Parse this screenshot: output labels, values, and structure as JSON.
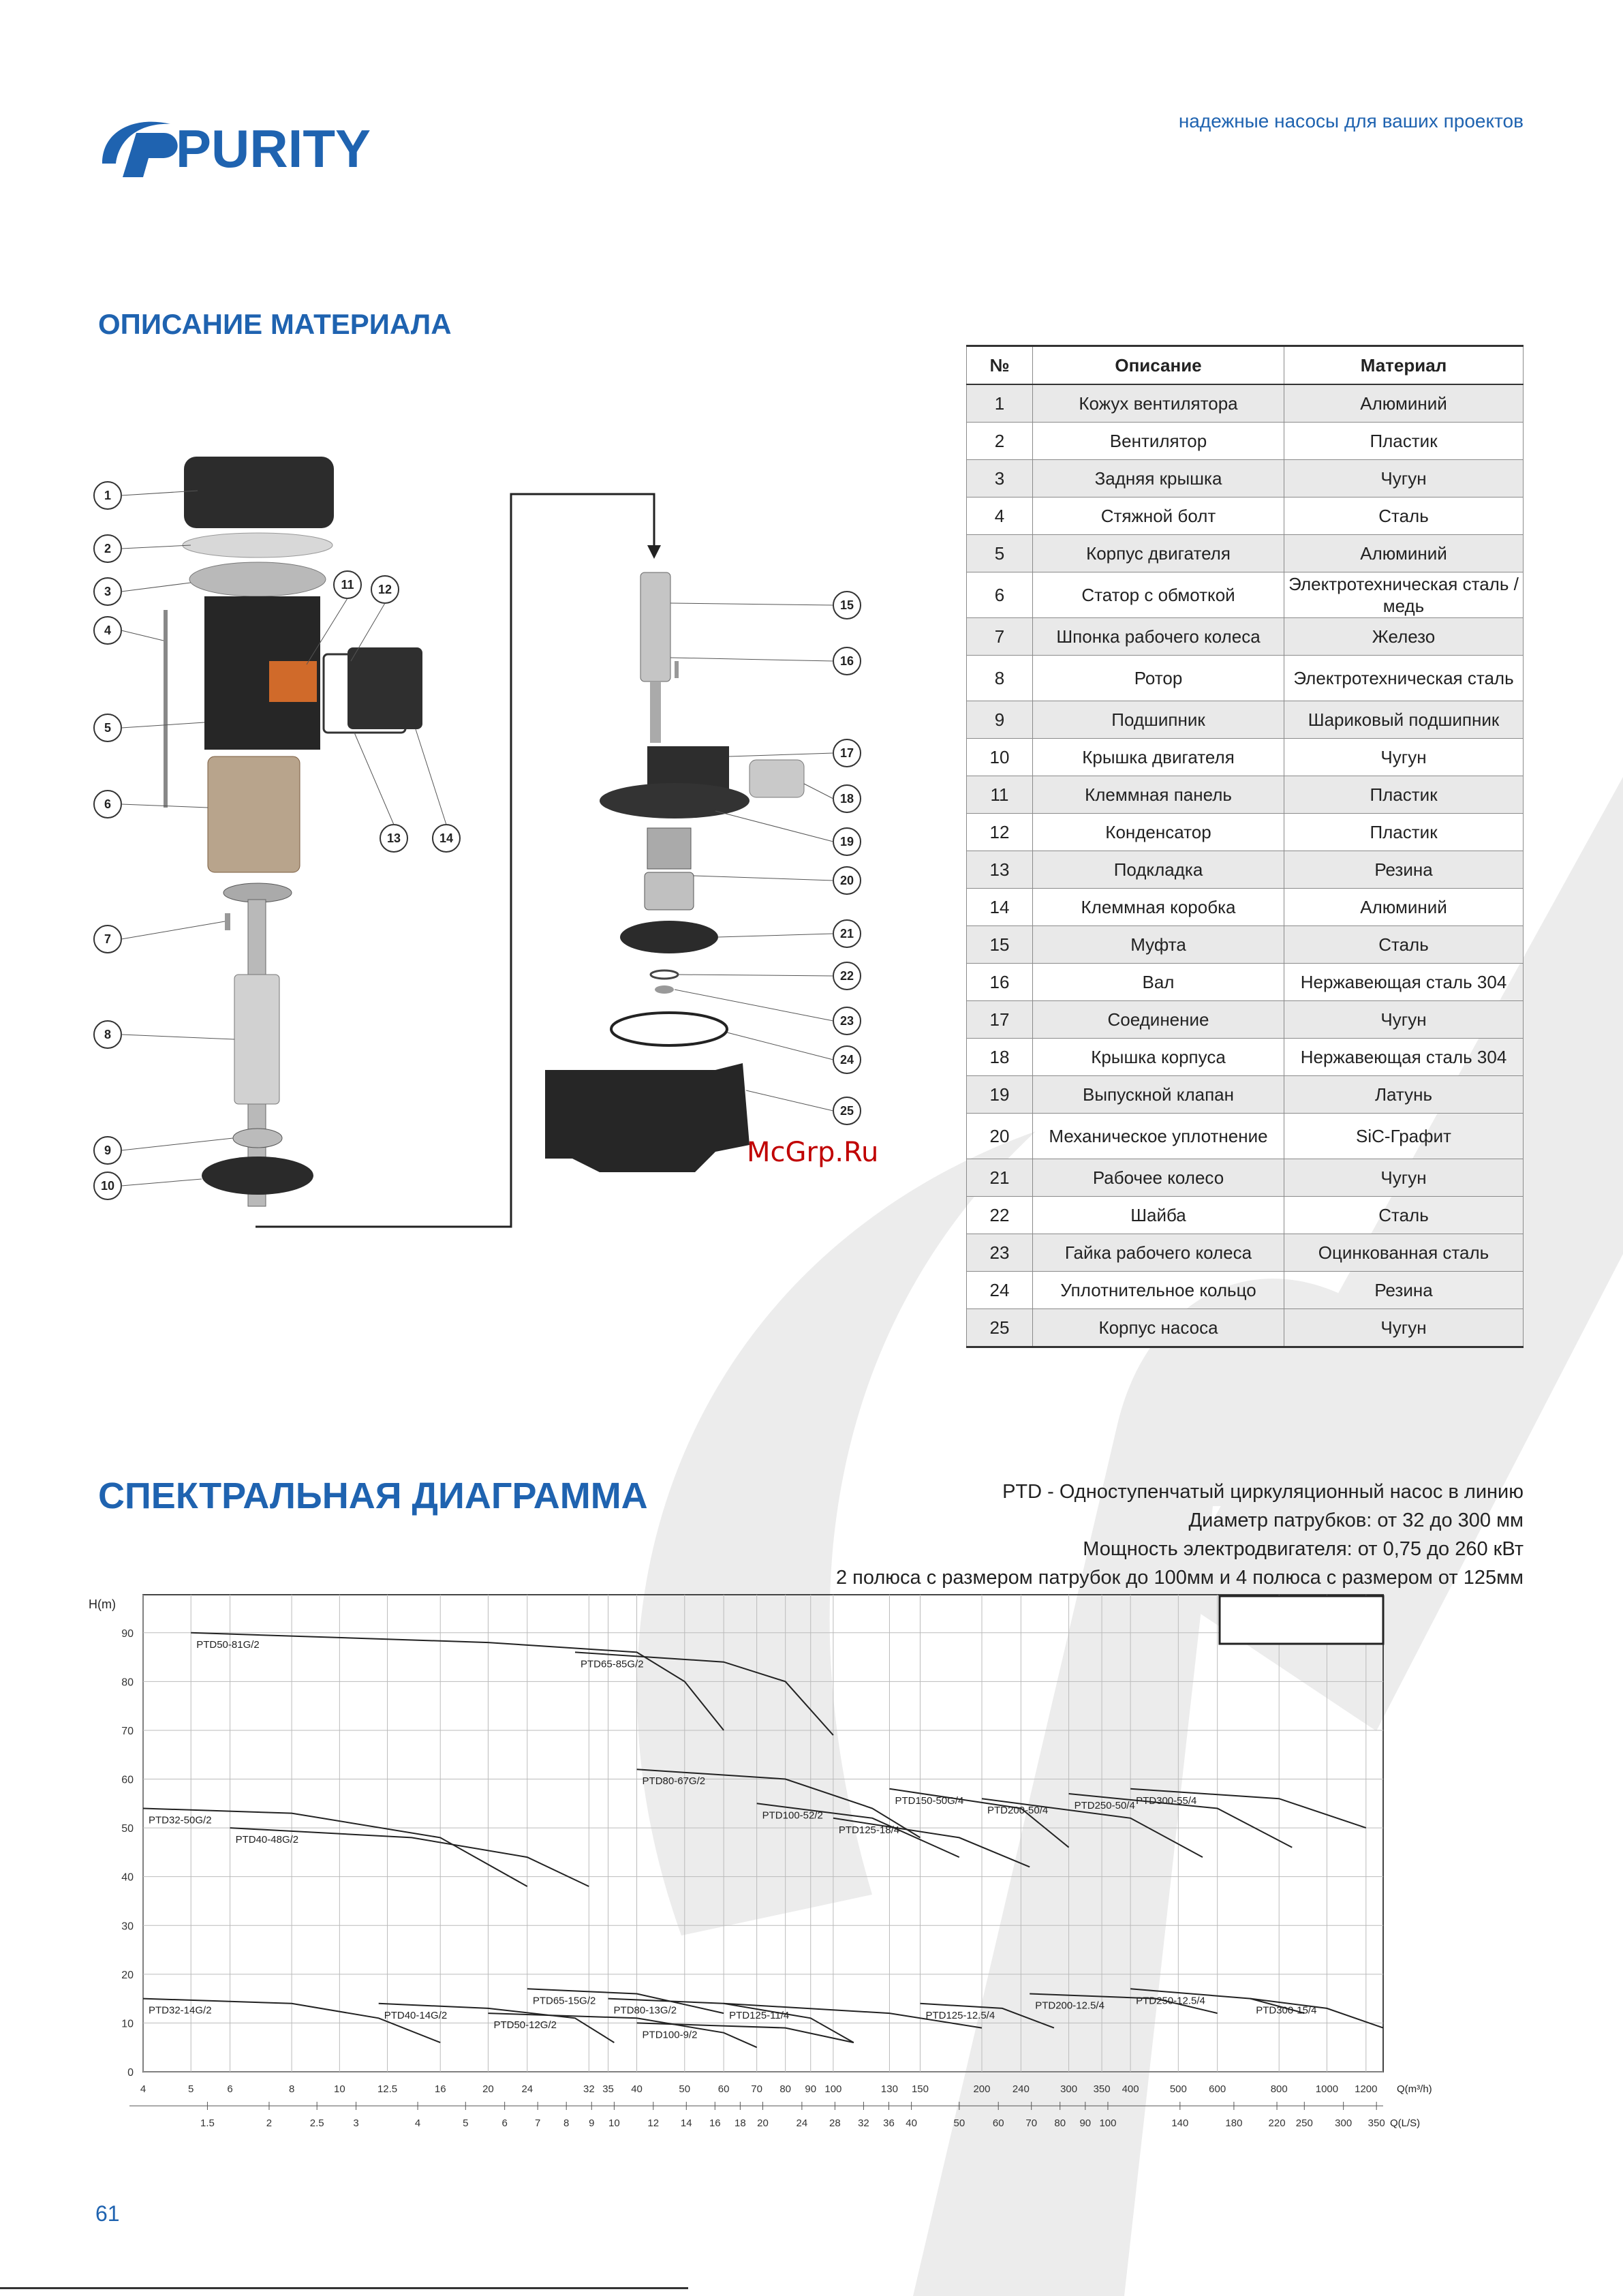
{
  "header": {
    "brand": "PURITY",
    "tagline": "надежные насосы для ваших проектов"
  },
  "materials": {
    "title": "ОПИСАНИЕ МАТЕРИАЛА",
    "columns": [
      "№",
      "Описание",
      "Материал"
    ],
    "rows": [
      [
        "1",
        "Кожух вентилятора",
        "Алюминий"
      ],
      [
        "2",
        "Вентилятор",
        "Пластик"
      ],
      [
        "3",
        "Задняя крышка",
        "Чугун"
      ],
      [
        "4",
        "Стяжной болт",
        "Сталь"
      ],
      [
        "5",
        "Корпус двигателя",
        "Алюминий"
      ],
      [
        "6",
        "Статор с обмоткой",
        "Электротехническая сталь / медь"
      ],
      [
        "7",
        "Шпонка рабочего колеса",
        "Железо"
      ],
      [
        "8",
        "Ротор",
        "Электротехническая сталь"
      ],
      [
        "9",
        "Подшипник",
        "Шариковый подшипник"
      ],
      [
        "10",
        "Крышка двигателя",
        "Чугун"
      ],
      [
        "11",
        "Клеммная панель",
        "Пластик"
      ],
      [
        "12",
        "Конденсатор",
        "Пластик"
      ],
      [
        "13",
        "Подкладка",
        "Резина"
      ],
      [
        "14",
        "Клеммная коробка",
        "Алюминий"
      ],
      [
        "15",
        "Муфта",
        "Сталь"
      ],
      [
        "16",
        "Вал",
        "Нержавеющая сталь 304"
      ],
      [
        "17",
        "Соединение",
        "Чугун"
      ],
      [
        "18",
        "Крышка корпуса",
        "Нержавеющая сталь 304"
      ],
      [
        "19",
        "Выпускной клапан",
        "Латунь"
      ],
      [
        "20",
        "Механическое уплотнение",
        "SiC-Графит"
      ],
      [
        "21",
        "Рабочее колесо",
        "Чугун"
      ],
      [
        "22",
        "Шайба",
        "Сталь"
      ],
      [
        "23",
        "Гайка рабочего колеса",
        "Оцинкованная сталь"
      ],
      [
        "24",
        "Уплотнительное кольцо",
        "Резина"
      ],
      [
        "25",
        "Корпус насоса",
        "Чугун"
      ]
    ],
    "tall_rows": [
      "6",
      "8",
      "20"
    ]
  },
  "diagram_labels": [
    "1",
    "2",
    "3",
    "4",
    "5",
    "6",
    "7",
    "8",
    "9",
    "10",
    "11",
    "12",
    "13",
    "14",
    "15",
    "16",
    "17",
    "18",
    "19",
    "20",
    "21",
    "22",
    "23",
    "24",
    "25"
  ],
  "watermark_text": "McGrp.Ru",
  "spectrum": {
    "title": "СПЕКТРАЛЬНАЯ ДИАГРАММА",
    "description": [
      "PTD - Одноступенчатый циркуляционный насос в линию",
      "Диаметр патрубков: от 32 до 300 мм",
      "Мощность электродвигателя: от 0,75 до 260 кВт",
      "2 полюса с размером патрубок до 100мм и 4 полюса с размером от 125мм"
    ]
  },
  "chart_data": {
    "type": "line",
    "title": "",
    "ylabel": "H(m)",
    "xlabel": "Q(m³/h)",
    "x2label": "Q(L/S)",
    "scale": "log",
    "ylim": [
      0,
      95
    ],
    "y_ticks": [
      "0",
      "10",
      "20",
      "30",
      "40",
      "50",
      "60",
      "70",
      "80",
      "90"
    ],
    "x_ticks": [
      "4",
      "5",
      "6",
      "8",
      "10",
      "12.5",
      "16",
      "20",
      "24",
      "32",
      "35",
      "40",
      "50",
      "60",
      "70",
      "80",
      "90",
      "100",
      "130",
      "150",
      "200",
      "240",
      "300",
      "350",
      "400",
      "500",
      "600",
      "800",
      "1000",
      "1200"
    ],
    "x2_ticks": [
      "1.5",
      "2",
      "2.5",
      "3",
      "4",
      "5",
      "6",
      "7",
      "8",
      "9",
      "10",
      "12",
      "14",
      "16",
      "18",
      "20",
      "24",
      "28",
      "32",
      "36",
      "40",
      "50",
      "60",
      "70",
      "80",
      "90",
      "100",
      "140",
      "180",
      "220",
      "250",
      "300",
      "350"
    ],
    "series": [
      {
        "name": "PTD32-14G/2",
        "points": [
          [
            4,
            15
          ],
          [
            8,
            14
          ],
          [
            12,
            11
          ],
          [
            16,
            6
          ]
        ]
      },
      {
        "name": "PTD40-14G/2",
        "points": [
          [
            12,
            14
          ],
          [
            20,
            13
          ],
          [
            30,
            11
          ],
          [
            36,
            6
          ]
        ]
      },
      {
        "name": "PTD50-12G/2",
        "points": [
          [
            20,
            12
          ],
          [
            40,
            11
          ],
          [
            60,
            8
          ],
          [
            70,
            5
          ]
        ]
      },
      {
        "name": "PTD32-50G/2",
        "points": [
          [
            4,
            54
          ],
          [
            8,
            53
          ],
          [
            16,
            48
          ],
          [
            24,
            38
          ]
        ]
      },
      {
        "name": "PTD40-48G/2",
        "points": [
          [
            6,
            50
          ],
          [
            14,
            48
          ],
          [
            24,
            44
          ],
          [
            32,
            38
          ]
        ]
      },
      {
        "name": "PTD50-81G/2",
        "points": [
          [
            5,
            90
          ],
          [
            20,
            88
          ],
          [
            40,
            86
          ],
          [
            50,
            80
          ],
          [
            60,
            70
          ]
        ]
      },
      {
        "name": "PTD65-85G/2",
        "points": [
          [
            30,
            86
          ],
          [
            60,
            84
          ],
          [
            80,
            80
          ],
          [
            100,
            69
          ]
        ]
      },
      {
        "name": "PTD80-67G/2",
        "points": [
          [
            40,
            62
          ],
          [
            80,
            60
          ],
          [
            120,
            54
          ],
          [
            150,
            48
          ]
        ]
      },
      {
        "name": "PTD65-15G/2",
        "points": [
          [
            24,
            17
          ],
          [
            40,
            16
          ],
          [
            60,
            12
          ]
        ]
      },
      {
        "name": "PTD80-13G/2",
        "points": [
          [
            35,
            15
          ],
          [
            60,
            14
          ],
          [
            90,
            11
          ],
          [
            110,
            6
          ]
        ]
      },
      {
        "name": "PTD100-9/2",
        "points": [
          [
            40,
            10
          ],
          [
            80,
            9
          ],
          [
            110,
            6
          ]
        ]
      },
      {
        "name": "PTD100-52/2",
        "points": [
          [
            70,
            55
          ],
          [
            120,
            52
          ],
          [
            180,
            44
          ]
        ]
      },
      {
        "name": "PTD125-11/4",
        "points": [
          [
            60,
            14
          ],
          [
            130,
            12
          ],
          [
            200,
            9
          ]
        ]
      },
      {
        "name": "PTD125-18/4",
        "points": [
          [
            100,
            52
          ],
          [
            180,
            48
          ],
          [
            250,
            42
          ]
        ]
      },
      {
        "name": "PTD125-12.5/4",
        "points": [
          [
            150,
            14
          ],
          [
            220,
            13
          ],
          [
            280,
            9
          ]
        ]
      },
      {
        "name": "PTD150-50G/4",
        "points": [
          [
            130,
            58
          ],
          [
            240,
            54
          ],
          [
            300,
            46
          ]
        ]
      },
      {
        "name": "PTD200-50/4",
        "points": [
          [
            200,
            56
          ],
          [
            400,
            52
          ],
          [
            560,
            44
          ]
        ]
      },
      {
        "name": "PTD200-12.5/4",
        "points": [
          [
            250,
            16
          ],
          [
            450,
            15
          ],
          [
            600,
            12
          ]
        ]
      },
      {
        "name": "PTD250-50/4",
        "points": [
          [
            300,
            57
          ],
          [
            600,
            54
          ],
          [
            850,
            46
          ]
        ]
      },
      {
        "name": "PTD250-12.5/4",
        "points": [
          [
            400,
            17
          ],
          [
            700,
            15
          ],
          [
            900,
            12
          ]
        ]
      },
      {
        "name": "PTD300-55/4",
        "points": [
          [
            400,
            58
          ],
          [
            800,
            56
          ],
          [
            1200,
            50
          ]
        ]
      },
      {
        "name": "PTD300-15/4",
        "points": [
          [
            700,
            15
          ],
          [
            1000,
            13
          ],
          [
            1300,
            9
          ]
        ]
      }
    ]
  },
  "page_number": "61"
}
